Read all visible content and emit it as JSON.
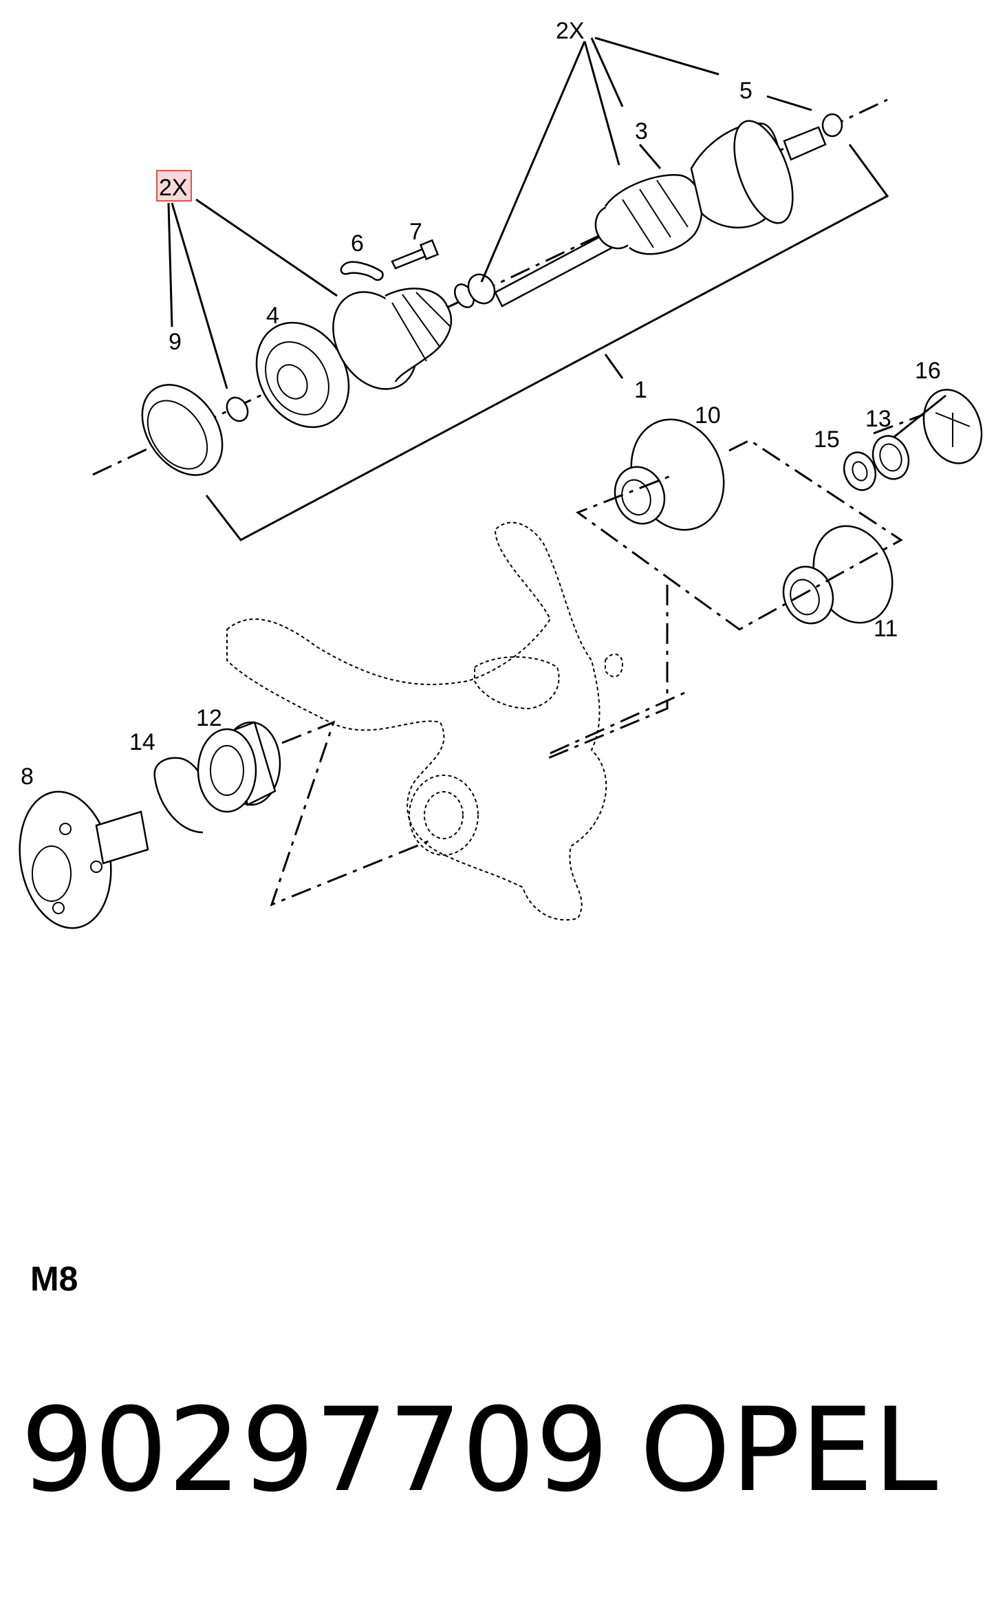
{
  "diagram": {
    "callouts": {
      "c1": "1",
      "c2x_top": "2X",
      "c2x_left": "2X",
      "c3": "3",
      "c4": "4",
      "c5": "5",
      "c6": "6",
      "c7": "7",
      "c8": "8",
      "c9": "9",
      "c10": "10",
      "c11": "11",
      "c12": "12",
      "c13": "13",
      "c14": "14",
      "c15": "15",
      "c16": "16"
    },
    "highlight_color": "#d9534f"
  },
  "section_code": "M8",
  "part_number": "90297709",
  "brand": "OPEL"
}
